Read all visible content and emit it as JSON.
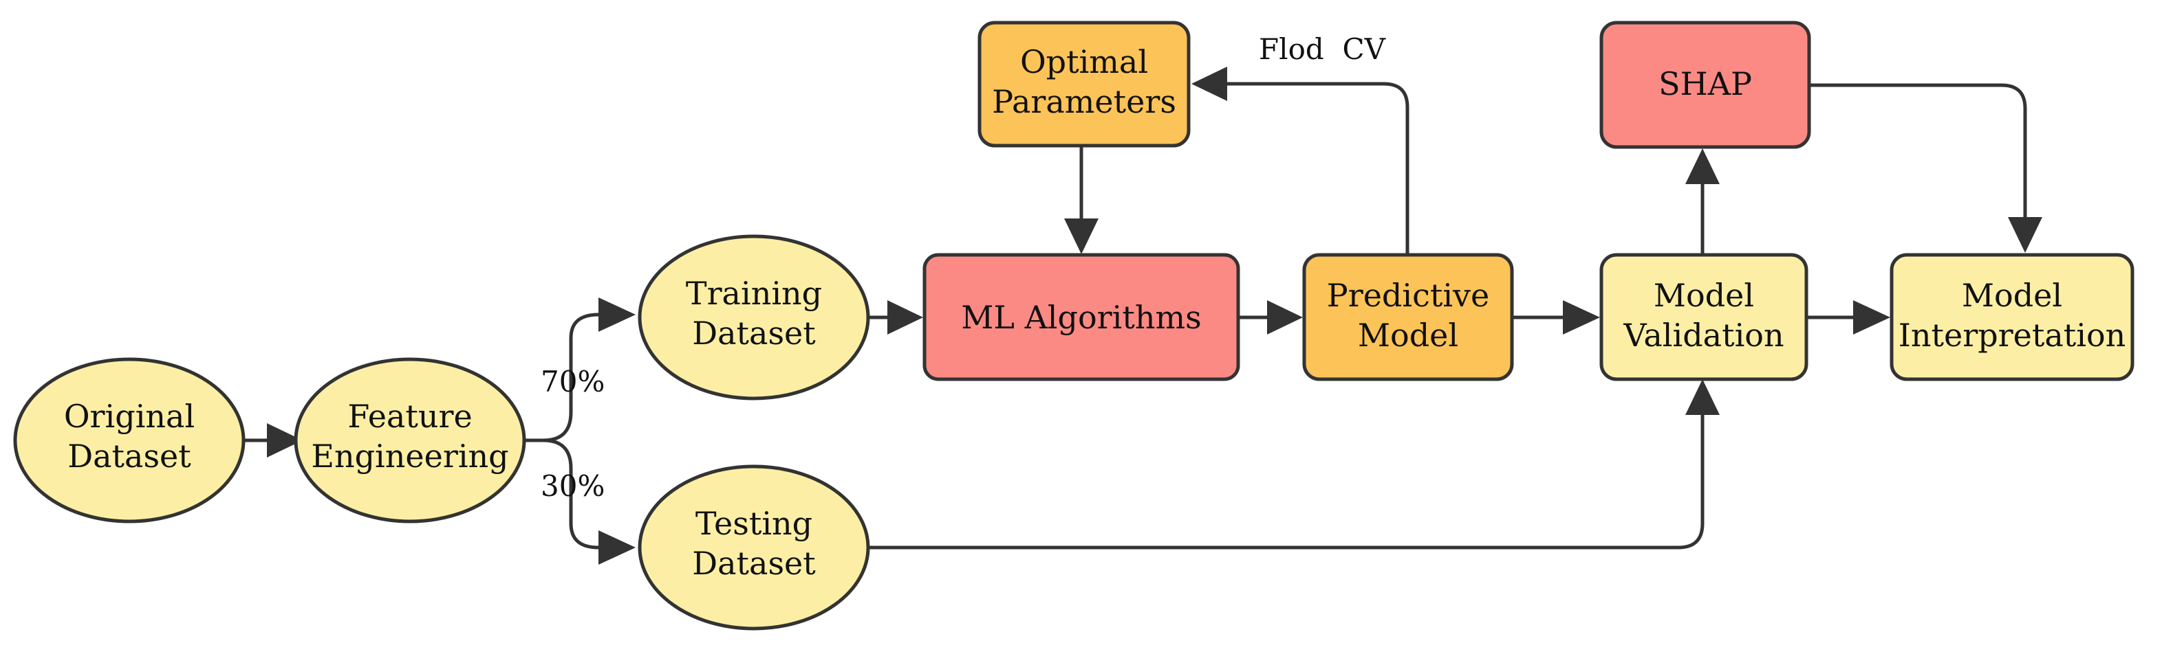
{
  "colors": {
    "yellow": "#FCEFA5",
    "orange": "#FCC358",
    "red": "#FC8A84",
    "outline": "#333333",
    "edge": "#333333"
  },
  "nodes": {
    "original": {
      "line1": "Original",
      "line2": "Dataset"
    },
    "feature": {
      "line1": "Feature",
      "line2": "Engineering"
    },
    "training": {
      "line1": "Training",
      "line2": "Dataset"
    },
    "testing": {
      "line1": "Testing",
      "line2": "Dataset"
    },
    "ml": {
      "line1": "ML Algorithms"
    },
    "optimal": {
      "line1": "Optimal",
      "line2": "Parameters"
    },
    "predictive": {
      "line1": "Predictive",
      "line2": "Model"
    },
    "validation": {
      "line1": "Model",
      "line2": "Validation"
    },
    "shap": {
      "line1": "SHAP"
    },
    "interpretation": {
      "line1": "Model",
      "line2": "Interpretation"
    }
  },
  "edge_labels": {
    "train_split": "70%",
    "test_split": "30%",
    "cv": "Flod  CV"
  }
}
